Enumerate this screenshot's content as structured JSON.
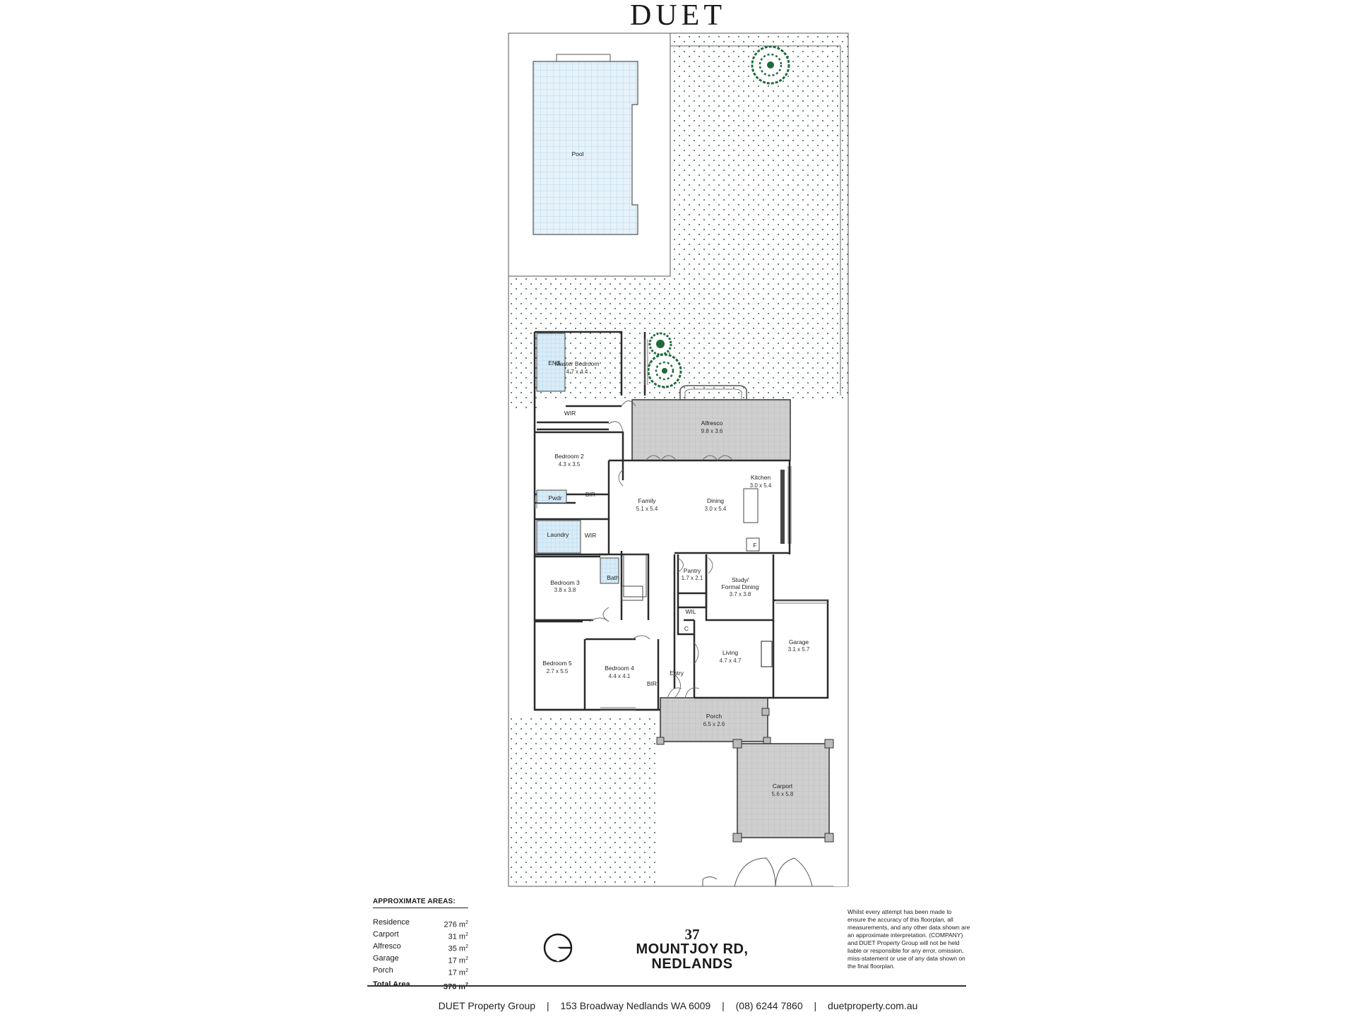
{
  "brand": "DUET",
  "rooms": {
    "pool": {
      "name": "Pool"
    },
    "master": {
      "name": "Master Bedroom",
      "dims": "4.7 x 4.4"
    },
    "ens": {
      "name": "ENS"
    },
    "wir_master": {
      "name": "WIR"
    },
    "alfresco": {
      "name": "Alfresco",
      "dims": "9.8 x 3.6"
    },
    "bed2": {
      "name": "Bedroom 2",
      "dims": "4.3 x 3.5"
    },
    "pwdr": {
      "name": "Pwdr"
    },
    "bir2": {
      "name": "BIR"
    },
    "kitchen": {
      "name": "Kitchen",
      "dims": "3.0 x 5.4"
    },
    "family": {
      "name": "Family",
      "dims": "5.1 x 5.4"
    },
    "dining": {
      "name": "Dining",
      "dims": "3.0 x 5.4"
    },
    "laundry": {
      "name": "Laundry"
    },
    "wir2": {
      "name": "WIR"
    },
    "fridge": {
      "name": "F"
    },
    "pantry": {
      "name": "Pantry",
      "dims": "1.7 x 2.1"
    },
    "study_l1": {
      "name": "Study/"
    },
    "study_l2": {
      "name": "Formal Dining",
      "dims": "3.7 x 3.8"
    },
    "bath": {
      "name": "Bath"
    },
    "bed3": {
      "name": "Bedroom 3",
      "dims": "3.8 x 3.8"
    },
    "wil": {
      "name": "WIL"
    },
    "cupboard": {
      "name": "C"
    },
    "living": {
      "name": "Living",
      "dims": "4.7 x 4.7"
    },
    "garage": {
      "name": "Garage",
      "dims": "3.1 x 5.7"
    },
    "bed5": {
      "name": "Bedroom 5",
      "dims": "2.7 x 5.5"
    },
    "bed4": {
      "name": "Bedroom 4",
      "dims": "4.4 x 4.1"
    },
    "entry": {
      "name": "Entry"
    },
    "bir4": {
      "name": "BIR"
    },
    "porch": {
      "name": "Porch",
      "dims": "6.5 x 2.6"
    },
    "carport": {
      "name": "Carport",
      "dims": "5.6 x 5.8"
    }
  },
  "areas": {
    "heading": "APPROXIMATE AREAS:",
    "rows": [
      {
        "label": "Residence",
        "value": "276 m",
        "sup": "2"
      },
      {
        "label": "Carport",
        "value": "31 m",
        "sup": "2"
      },
      {
        "label": "Alfresco",
        "value": "35 m",
        "sup": "2"
      },
      {
        "label": "Garage",
        "value": "17 m",
        "sup": "2"
      },
      {
        "label": "Porch",
        "value": "17 m",
        "sup": "2"
      }
    ],
    "total": {
      "label": "Total Area",
      "value": "376 m",
      "sup": "2"
    }
  },
  "address": {
    "number": "37",
    "line1": "MOUNTJOY RD,",
    "line2": "NEDLANDS"
  },
  "disclaimer": "Whilst every attempt has been made to ensure the accuracy of this floorplan, all measurements, and any other data shown are an approximate interpretation. (COMPANY) and DUET Property Group will not be held liable or responsible for any error, omission, miss-statement or use of any data shown on the final floorplan.",
  "footer": {
    "company": "DUET Property Group",
    "address": "153 Broadway Nedlands WA 6009",
    "phone": "(08) 6244 7860",
    "web": "duetproperty.com.au",
    "separator": "|"
  },
  "colors": {
    "wall": "#2a2a2a",
    "paving": "#cfcfcf",
    "pool": "#e6f2fa",
    "tree": "#1f6b3a",
    "wet": "#d8ecf7",
    "grass_dot": "#3b5f4a"
  }
}
